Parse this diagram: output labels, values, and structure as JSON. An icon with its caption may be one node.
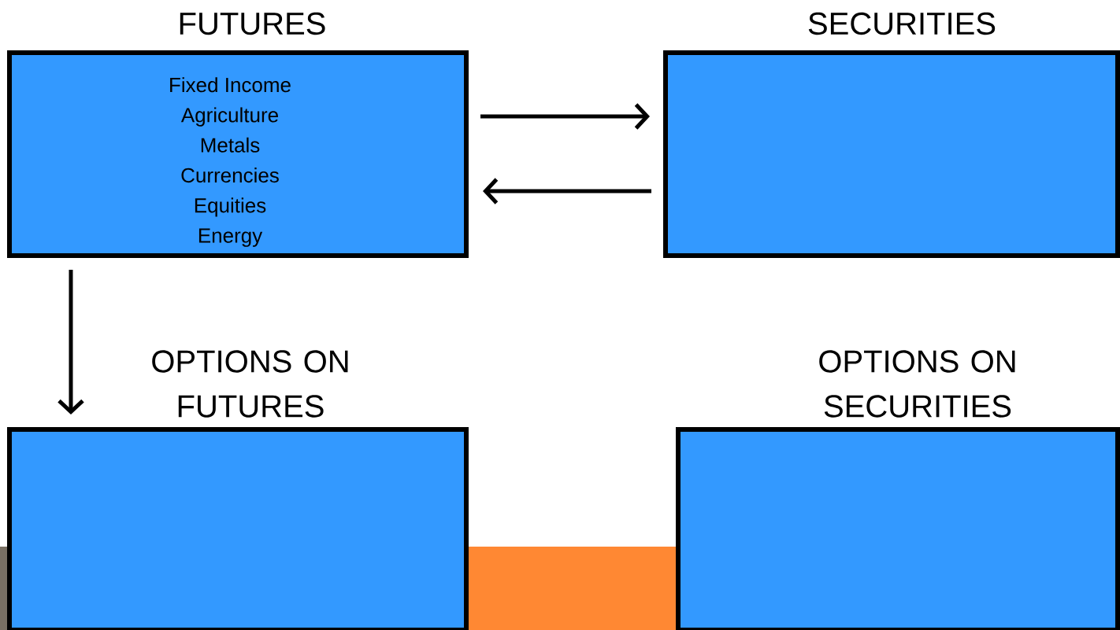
{
  "diagram": {
    "nodes": [
      {
        "text": [
          "FUTURES",
          "Fixed Income",
          "Agriculture",
          "Metals",
          "Currencies",
          "Equities",
          "Energy"
        ]
      },
      {
        "text": [
          "SECURITIES"
        ]
      },
      {
        "text": [
          "OPTIONS ON FUTURES"
        ]
      },
      {
        "text": [
          "OPTIONS ON SECURITIES"
        ]
      }
    ],
    "edges": [
      {
        "from": 0,
        "to": 1,
        "arrow": "to"
      },
      {
        "from": 1,
        "to": 0,
        "arrow": "to"
      },
      {
        "from": 0,
        "to": 2,
        "arrow": "to"
      }
    ]
  }
}
